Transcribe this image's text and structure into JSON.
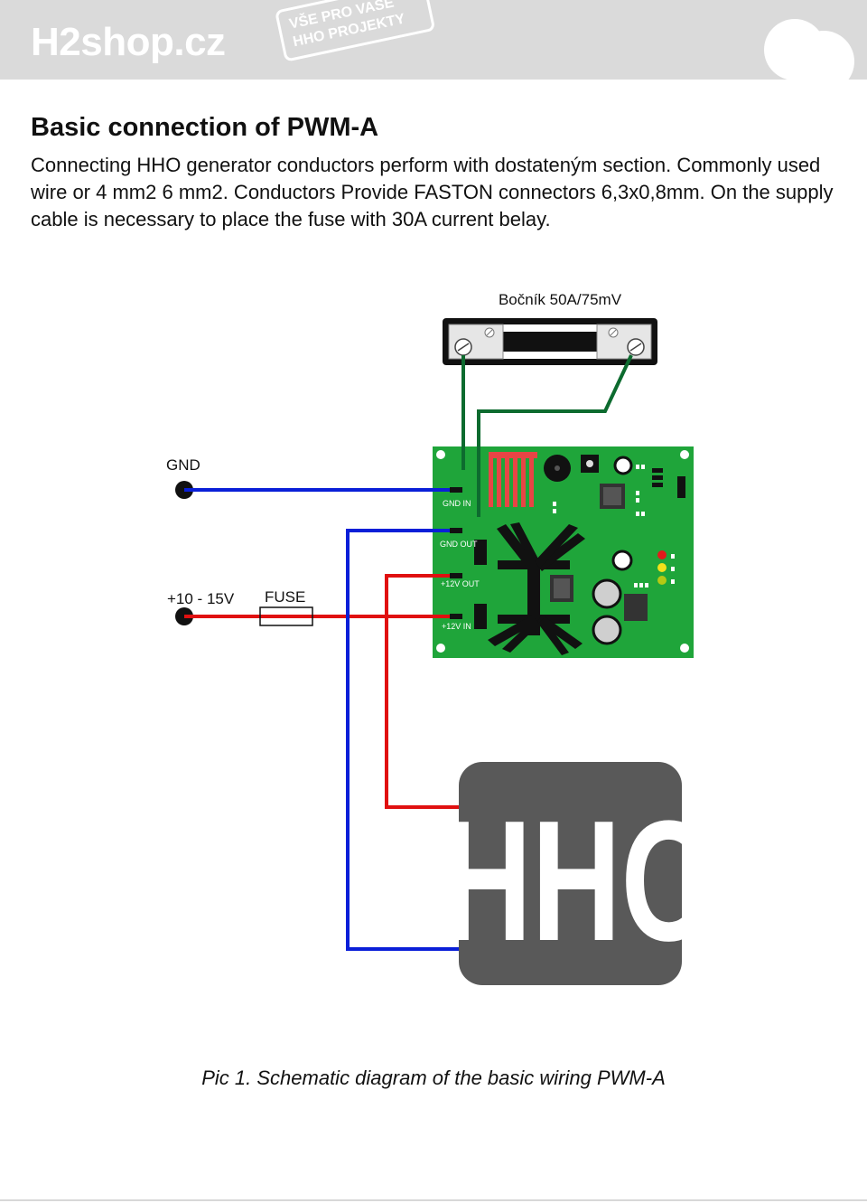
{
  "header": {
    "logo": "H2shop.cz",
    "stamp_line1": "VŠE PRO VAŠE",
    "stamp_line2": "HHO PROJEKTY",
    "bg_color": "#dadada"
  },
  "title": "Basic connection of PWM-A",
  "intro": "Connecting HHO generator conductors perform with dostateným section. Commonly used wire or 4 mm2 6 mm2. Conductors Provide FASTON connectors 6,3x0,8mm. On the supply cable is necessary to place the fuse with 30A current belay.",
  "diagram": {
    "shunt_label": "Bočník 50A/75mV",
    "gnd_label": "GND",
    "supply_label": "+10 - 15V",
    "fuse_label": "FUSE",
    "pins": {
      "gnd_in": "GND IN",
      "gnd_out": "GND OUT",
      "v12_out": "+12V OUT",
      "v12_in": "+12V IN"
    },
    "generator_label": "HHO",
    "colors": {
      "board": "#1fa53a",
      "wire_negative": "#0a1fd8",
      "wire_positive": "#e01010",
      "wire_shunt": "#0d6b2f",
      "generator": "#595959"
    }
  },
  "caption": "Pic 1. Schematic diagram of the basic wiring PWM-A"
}
